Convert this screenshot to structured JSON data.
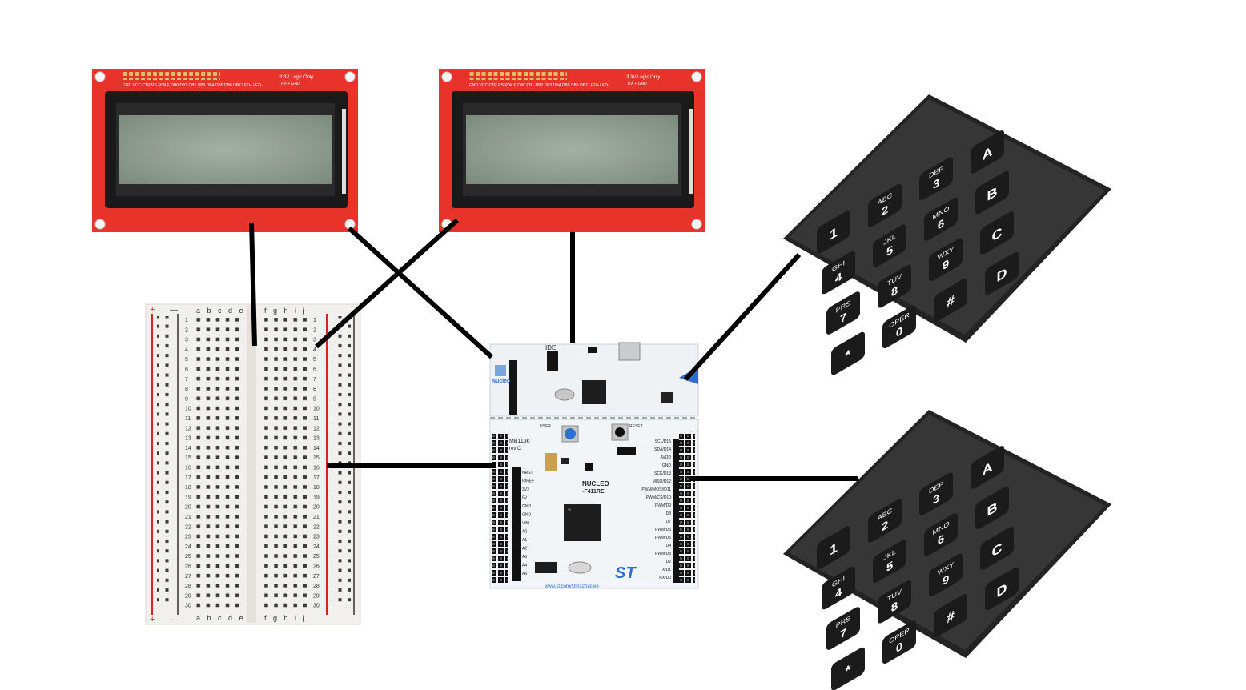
{
  "lcd": {
    "header_labels": "GND VCC CTR RS R/W E DB0 DB1 DB2 DB3 DB4 DB5 DB6 DB7 LED+ LED-",
    "logic_label": "3.3V Logic Only",
    "pins_label": "RX + GND"
  },
  "keypad": {
    "keys": [
      {
        "main": "1",
        "sub": ""
      },
      {
        "main": "2",
        "sub": "ABC"
      },
      {
        "main": "3",
        "sub": "DEF"
      },
      {
        "main": "A",
        "sub": ""
      },
      {
        "main": "4",
        "sub": "GHI"
      },
      {
        "main": "5",
        "sub": "JKL"
      },
      {
        "main": "6",
        "sub": "MNO"
      },
      {
        "main": "B",
        "sub": ""
      },
      {
        "main": "7",
        "sub": "PRS"
      },
      {
        "main": "8",
        "sub": "TUV"
      },
      {
        "main": "9",
        "sub": "WXY"
      },
      {
        "main": "C",
        "sub": ""
      },
      {
        "main": "*",
        "sub": ""
      },
      {
        "main": "0",
        "sub": "OPER"
      },
      {
        "main": "#",
        "sub": ""
      },
      {
        "main": "D",
        "sub": ""
      }
    ]
  },
  "breadboard": {
    "columns_left": "a b c d e",
    "columns_right": "f g h i j",
    "rows": 30,
    "plus": "+",
    "minus": "—"
  },
  "nucleo": {
    "model": "NUCLEO",
    "chip": "-F411RE",
    "board_id": "MB1136",
    "revision": "rev C",
    "url": "www.st.com/stm32nucleo",
    "brand": "ST",
    "stlink_label": "IDE",
    "nucleo_logo": "Nucleo",
    "left_pin_labels": [
      "NRST",
      "IOREF",
      "3V3",
      "5V",
      "GND",
      "GND",
      "VIN",
      "A0",
      "A1",
      "A2",
      "A3",
      "A4",
      "A5"
    ],
    "right_pin_labels": [
      "SCL/D15",
      "SDA/D14",
      "AVDD",
      "GND",
      "SCK/D13",
      "MISO/D12",
      "PWM/MOSI/D11",
      "PWM/CS/D10",
      "PWM/D9",
      "D8",
      "D7",
      "PWM/D6",
      "PWM/D5",
      "D4",
      "PWM/D3",
      "D2",
      "TX/D1",
      "RX/D0"
    ],
    "user_label": "USER",
    "reset_label": "RESET"
  },
  "colors": {
    "lcd_pcb": "#e8332a",
    "lcd_screen": "#8c9a8c",
    "keypad": "#2e2e2e",
    "wire": "#000000",
    "nucleo_board": "#f2f5f7",
    "breadboard": "#f2f0ec",
    "power_rail_red": "#d22",
    "header_black": "#151515",
    "user_button": "#2d6fd1"
  }
}
